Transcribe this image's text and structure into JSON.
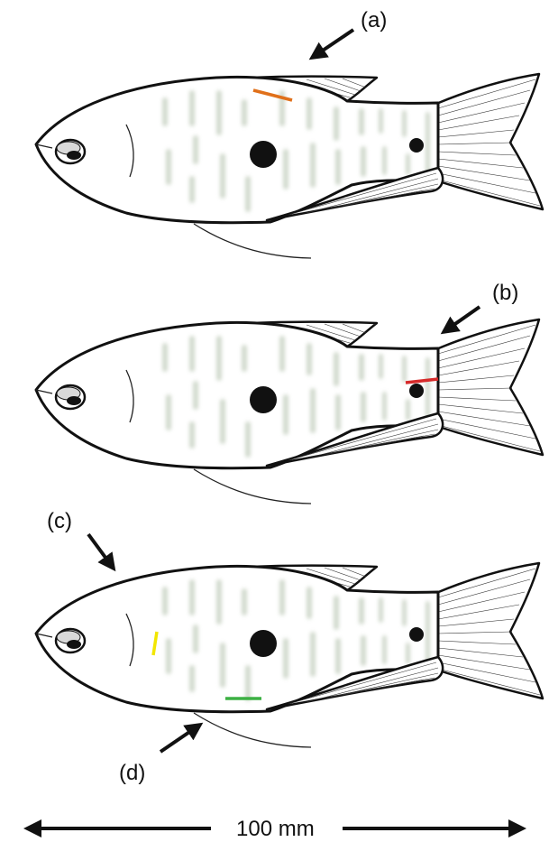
{
  "labels": {
    "a": "(a)",
    "b": "(b)",
    "c": "(c)",
    "d": "(d)"
  },
  "scale_bar": {
    "text": "100 mm"
  },
  "fish": [
    {
      "id": "fish-a",
      "mark": {
        "region": "dorsal, near dorsal fin",
        "color": "#e0701a"
      }
    },
    {
      "id": "fish-b",
      "mark": {
        "region": "caudal peduncle spot",
        "color": "#d62a2a"
      }
    },
    {
      "id": "fish-c-d",
      "marks": [
        {
          "region": "head, behind operculum",
          "color": "#f2e600"
        },
        {
          "region": "ventral, near pelvic fin",
          "color": "#3cb043"
        }
      ]
    }
  ],
  "colors": {
    "outline": "#111111",
    "stripe": "#c9d3c4",
    "body": "#ffffff"
  }
}
